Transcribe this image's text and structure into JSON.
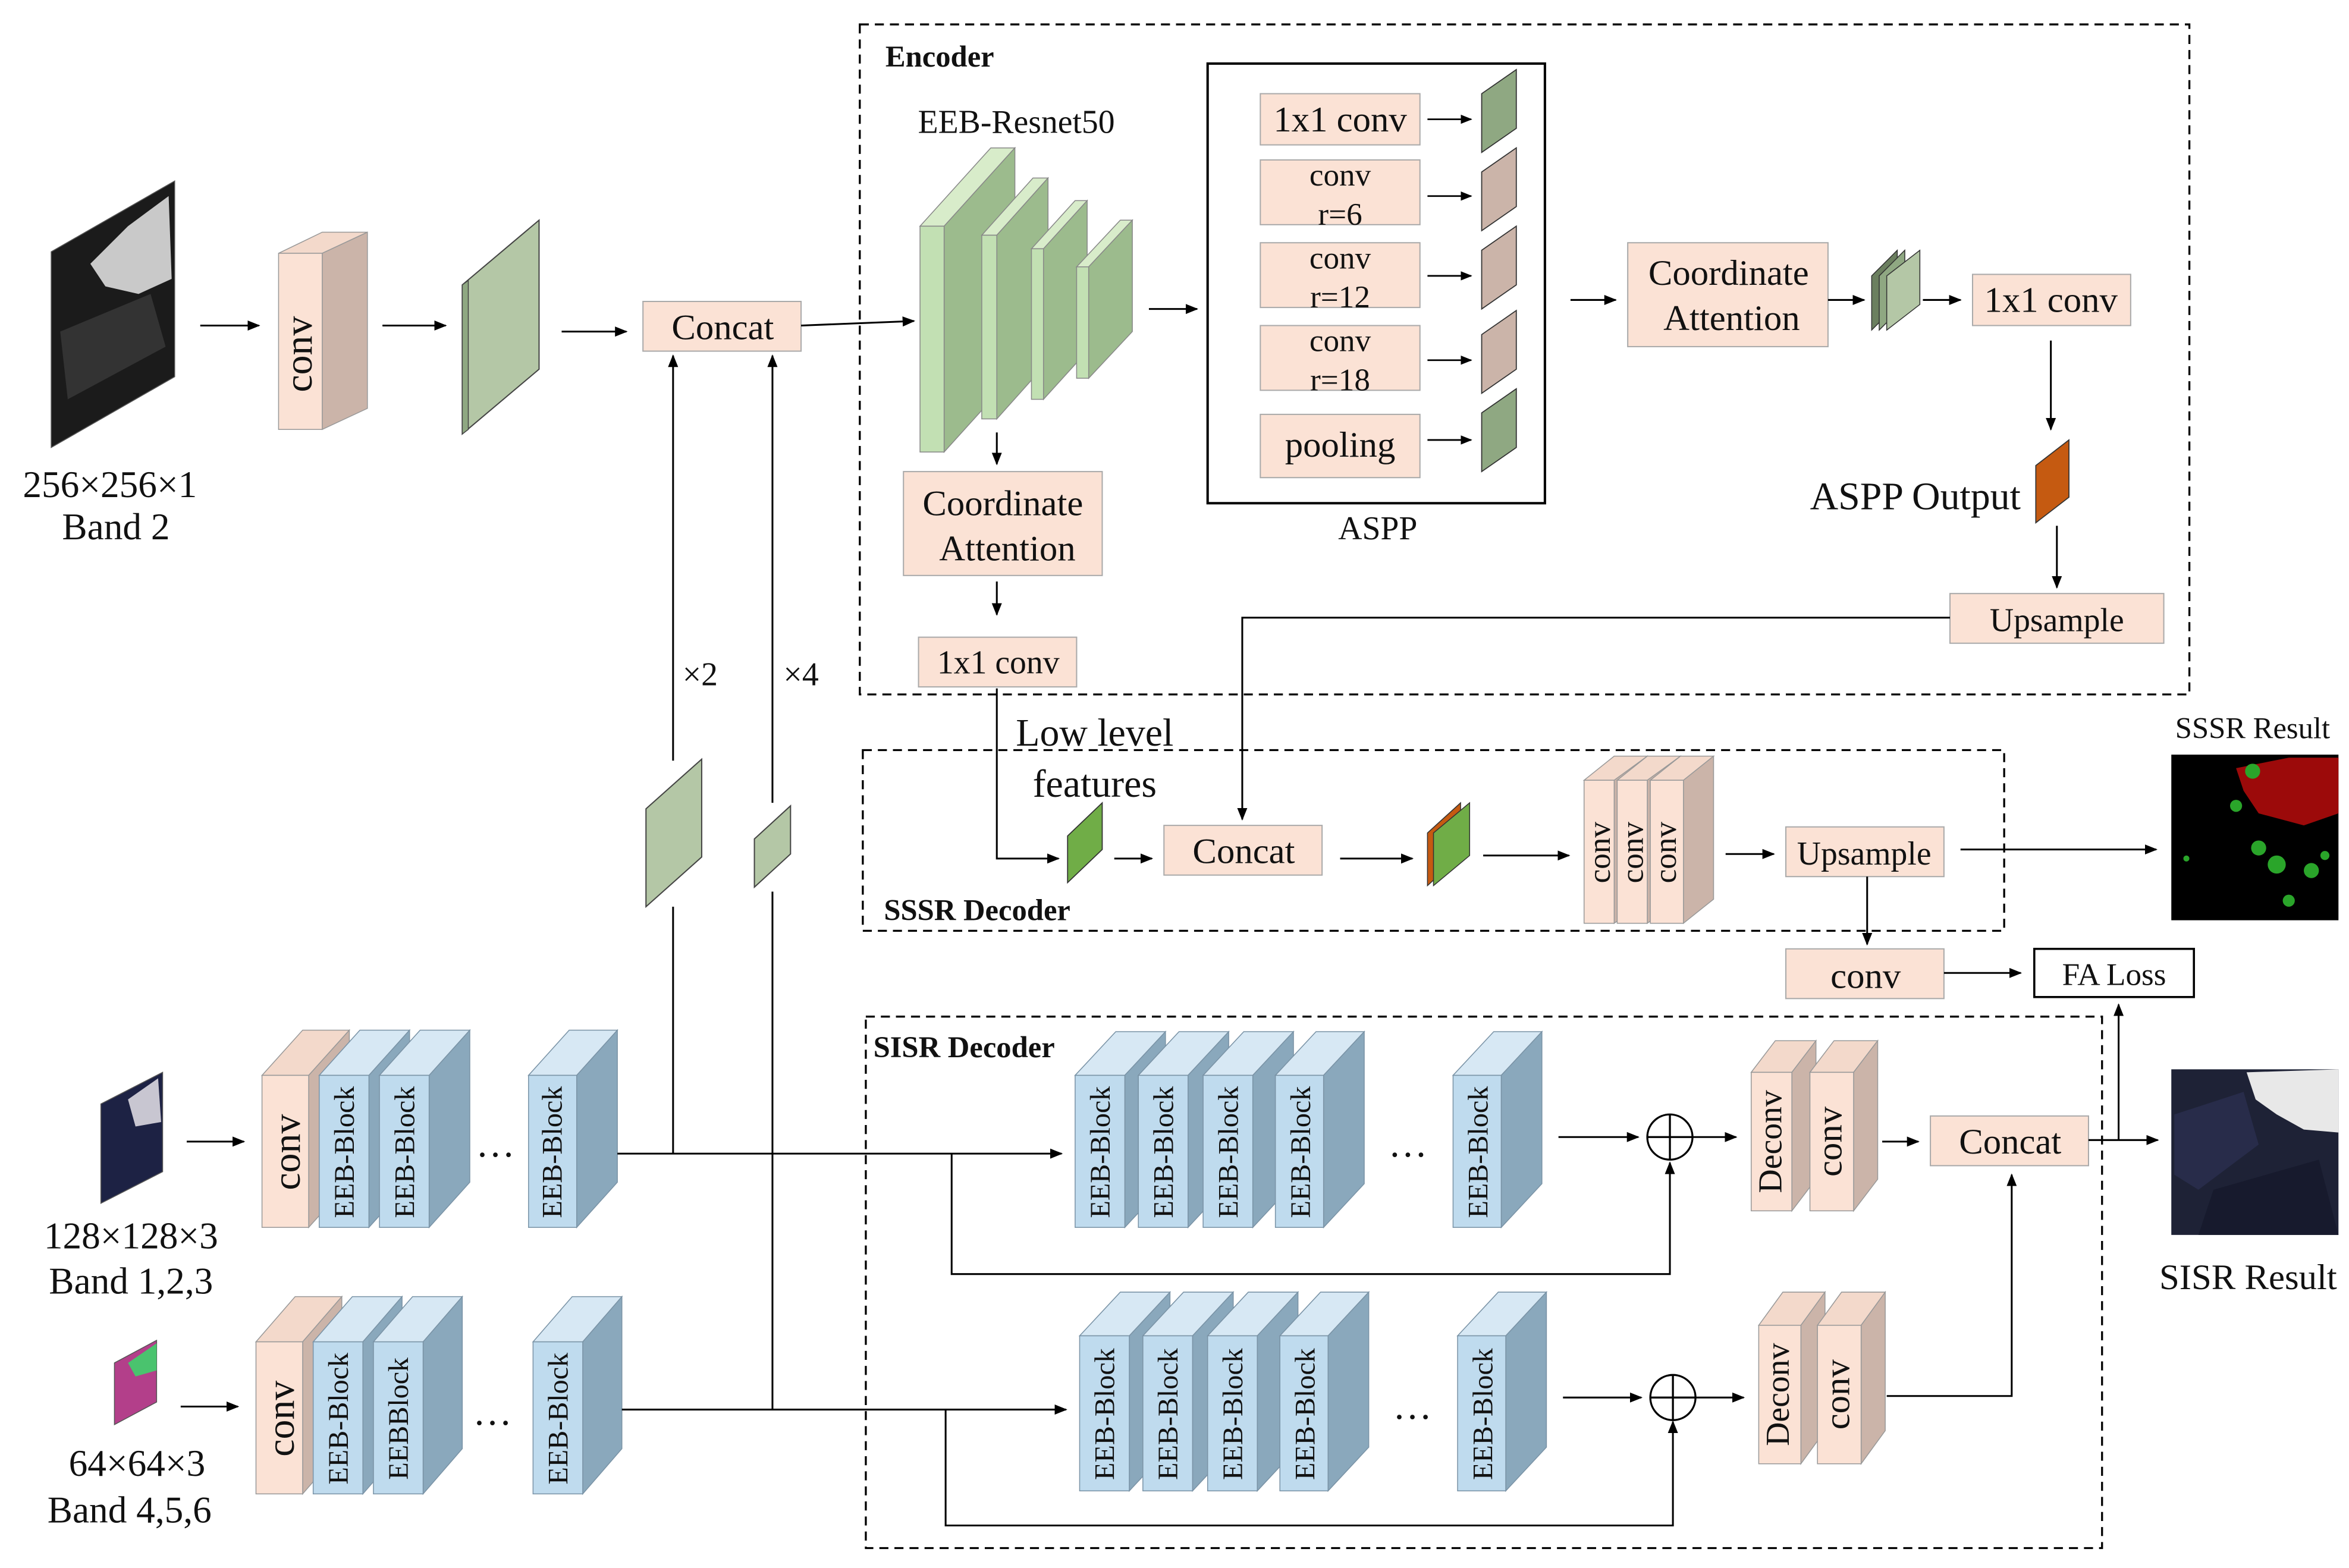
{
  "colors": {
    "peach": "#fbe2d5",
    "peach_side": "#cdb3a6",
    "green": "#b4c7a6",
    "green_dark": "#8fa882",
    "light_green": "#c2e0b3",
    "blue": "#bfdbee",
    "blue_side": "#8aa8bc",
    "bright_green": "#70ad47",
    "orange": "#c55a11"
  },
  "sections": {
    "encoder": "Encoder",
    "sssr_decoder": "SSSR Decoder",
    "sisr_decoder": "SISR Decoder"
  },
  "inputs": {
    "band2_size": "256×256×1",
    "band2_name": "Band 2",
    "band123_size": "128×128×3",
    "band123_name": "Band 1,2,3",
    "band456_size": "64×64×3",
    "band456_name": "Band 4,5,6"
  },
  "labels": {
    "conv": "conv",
    "concat": "Concat",
    "eeb_resnet": "EEB-Resnet50",
    "coordinate": "Coordinate",
    "attention": "Attention",
    "conv1x1": "1x1 conv",
    "aspp_conv1": "1x1 conv",
    "aspp_conv": "conv",
    "r6": "r=6",
    "r12": "r=12",
    "r18": "r=18",
    "pooling": "pooling",
    "aspp": "ASPP",
    "aspp_output": "ASPP Output",
    "upsample": "Upsample",
    "low_level_1": "Low level",
    "low_level_2": "features",
    "x2": "×2",
    "x4": "×4",
    "eeb_block": "EEB-Block",
    "eebblock": "EEBBlock",
    "ellipsis": "…",
    "deconv": "Deconv",
    "fa_loss": "FA Loss"
  },
  "results": {
    "sssr": "SSSR Result",
    "sisr": "SISR Result"
  }
}
